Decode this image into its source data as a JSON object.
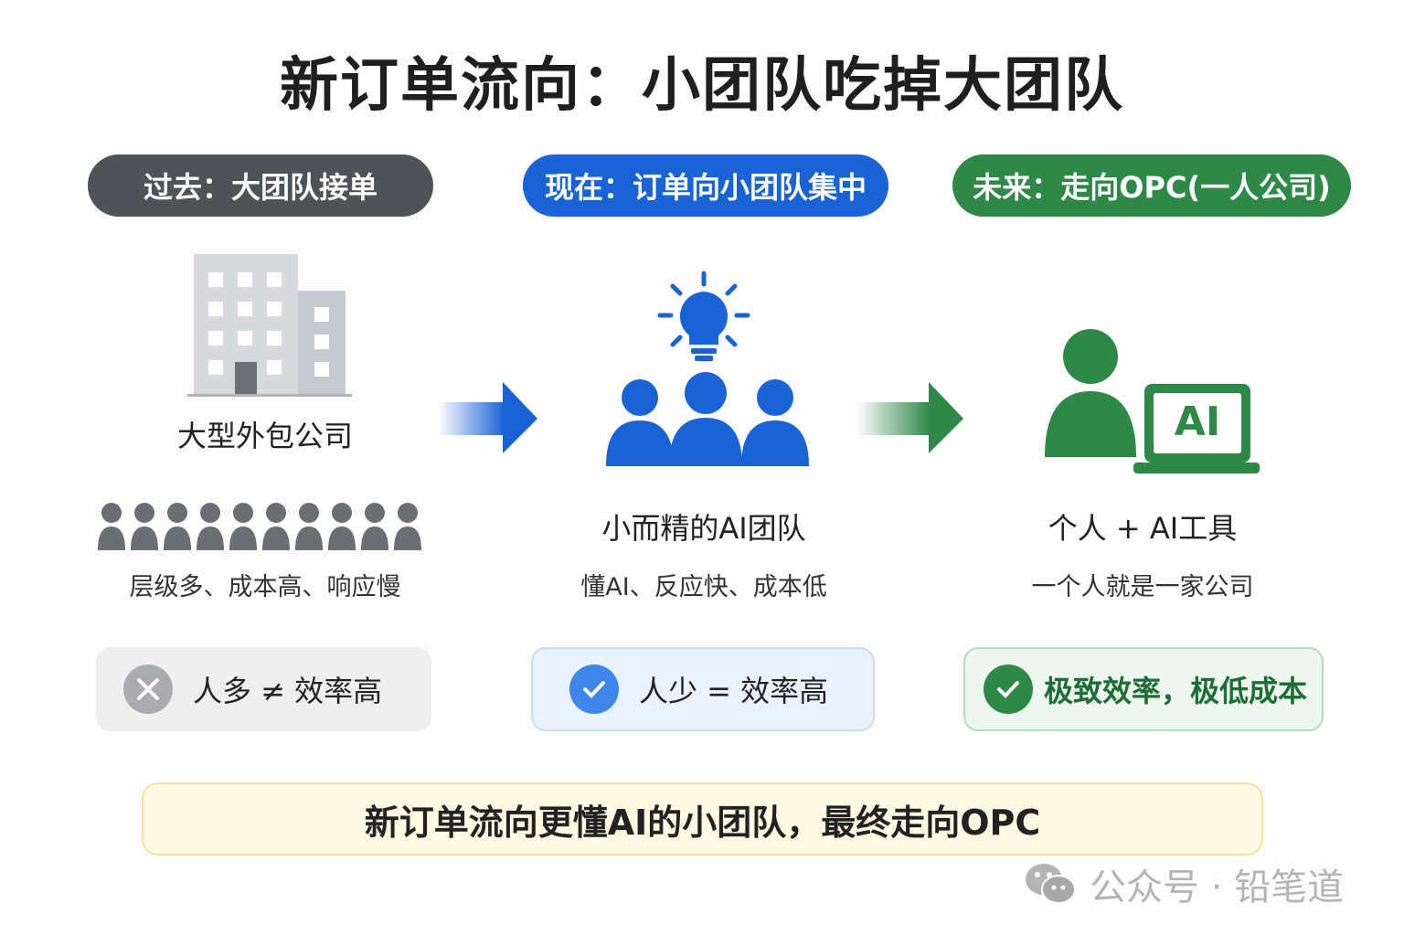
{
  "title": "新订单流向：小团队吃掉大团队",
  "columns": [
    {
      "pill": "过去：大团队接单",
      "label": "大型外包公司",
      "sub": "层级多、成本高、响应慢",
      "verdict": "人多 ≠ 效率高",
      "color": "#4f5357"
    },
    {
      "pill": "现在：订单向小团队集中",
      "label": "小而精的AI团队",
      "sub": "懂AI、反应快、成本低",
      "verdict": "人少 = 效率高",
      "color": "#1a63d6"
    },
    {
      "pill": "未来：走向OPC(一人公司)",
      "label": "个人 + AI工具",
      "sub": "一个人就是一家公司",
      "verdict": "极致效率，极低成本",
      "color": "#2e8848",
      "laptop_text": "AI"
    }
  ],
  "summary": "新订单流向更懂AI的小团队，最终走向OPC",
  "watermark": "公众号 · 铅笔道"
}
